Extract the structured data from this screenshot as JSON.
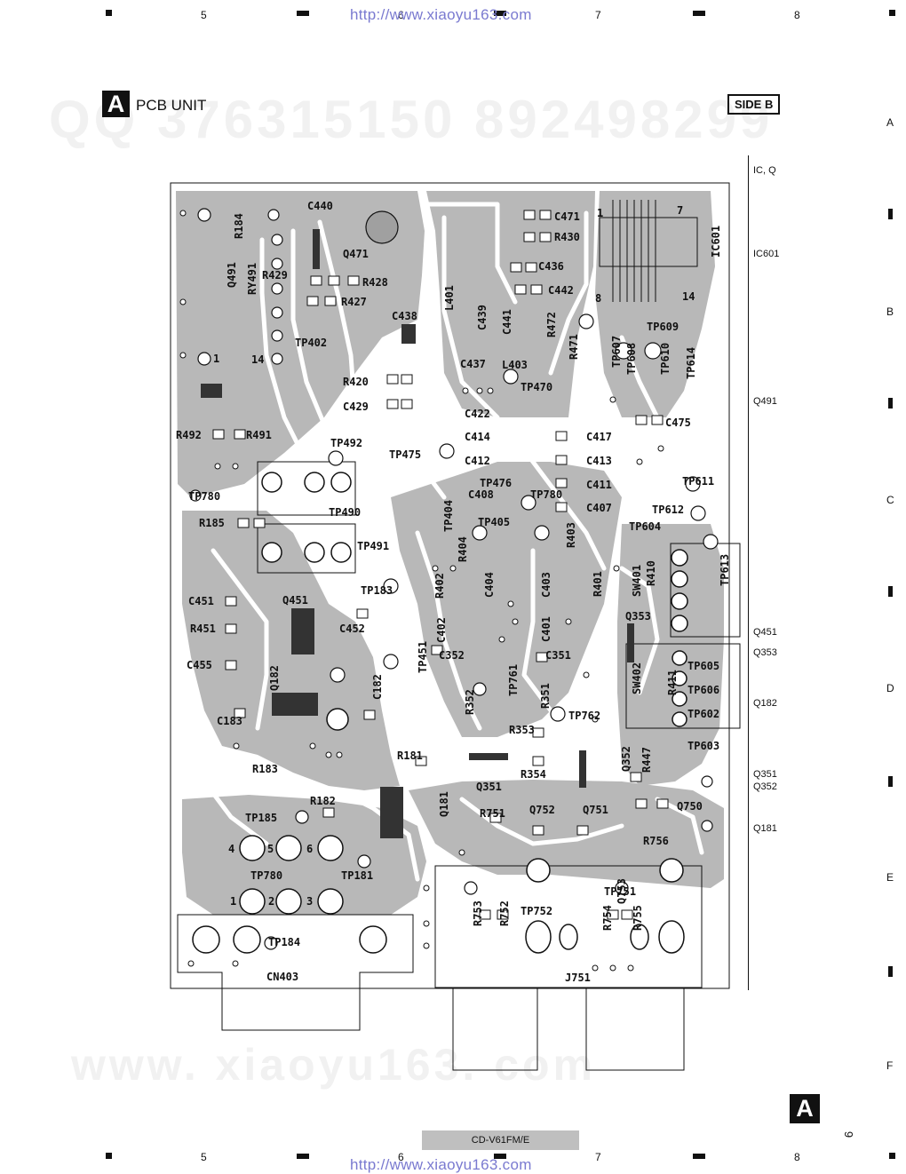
{
  "header": {
    "column_numbers": [
      "5",
      "6",
      "7",
      "8"
    ],
    "url_text": "http://www.xiaoyu163.com",
    "section_letter": "A",
    "section_title": "PCB UNIT",
    "side_label": "SIDE B"
  },
  "watermarks": {
    "top": "QQ 376315150  892498299",
    "bottom": "www. xiaoyu163. com"
  },
  "row_letters": [
    "A",
    "B",
    "C",
    "D",
    "E",
    "F"
  ],
  "component_index": [
    "IC, Q",
    "IC601",
    "Q491",
    "Q451",
    "Q353",
    "Q182",
    "Q351",
    "Q352",
    "Q181"
  ],
  "pcb_labels": [
    "C440",
    "R184",
    "Q491",
    "RY491",
    "R429",
    "R428",
    "R427",
    "Q471",
    "TP402",
    "C438",
    "L401",
    "C439",
    "C441",
    "R472",
    "R471",
    "C437",
    "L403",
    "TP470",
    "R420",
    "C429",
    "C422",
    "C414",
    "C412",
    "C408",
    "C471",
    "R430",
    "C436",
    "C442",
    "IC601",
    "TP607",
    "TP608",
    "TP609",
    "TP610",
    "TP614",
    "C475",
    "C417",
    "C413",
    "C411",
    "C407",
    "TP611",
    "TP612",
    "TP604",
    "TP613",
    "R492",
    "R491",
    "TP492",
    "TP475",
    "TP476",
    "TP780",
    "TP780",
    "TP490",
    "TP491",
    "R185",
    "Q451",
    "C451",
    "R451",
    "C455",
    "Q182",
    "C183",
    "R183",
    "C452",
    "TP183",
    "C182",
    "TP404",
    "TP405",
    "R404",
    "R402",
    "C404",
    "C402",
    "R403",
    "C403",
    "R401",
    "C401",
    "SW401",
    "R410",
    "Q353",
    "SW402",
    "R411",
    "TP605",
    "TP606",
    "TP602",
    "TP603",
    "TP451",
    "C352",
    "C351",
    "R352",
    "TP761",
    "R351",
    "TP762",
    "R353",
    "R354",
    "Q351",
    "Q352",
    "R447",
    "R181",
    "Q181",
    "R182",
    "TP185",
    "R751",
    "Q752",
    "Q751",
    "Q750",
    "R756",
    "TP780",
    "TP181",
    "R753",
    "R752",
    "TP752",
    "R754",
    "Q753",
    "R755",
    "TP751",
    "TP184",
    "CN403",
    "J751",
    "1",
    "7",
    "8",
    "14",
    "1",
    "14",
    "4",
    "5",
    "6",
    "1",
    "2",
    "3"
  ],
  "footer": {
    "model": "CD-V61FM/E",
    "page_number": "9",
    "section_letter": "A"
  }
}
